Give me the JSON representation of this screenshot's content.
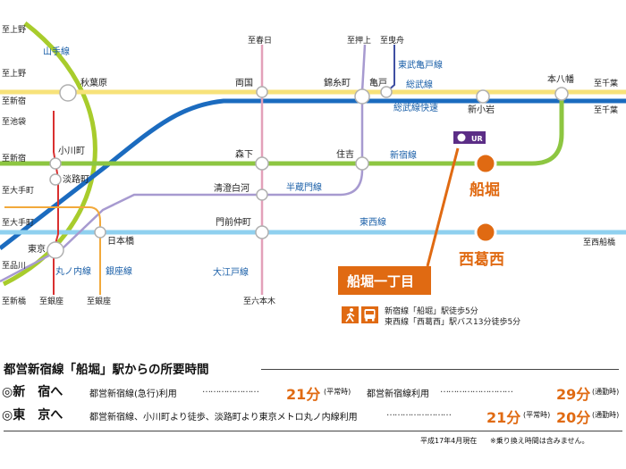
{
  "map": {
    "line_labels": {
      "yamanote": "山手線",
      "tobu_kameido": "東武亀戸線",
      "sobu": "総武線",
      "sobu_rapid": "総武線快速",
      "shinjuku": "新宿線",
      "hanzomon": "半蔵門線",
      "tozai": "東西線",
      "marunouchi": "丸ノ内線",
      "ginza": "銀座線",
      "oedo": "大江戸線"
    },
    "stations": {
      "akihabara": "秋葉原",
      "ryogoku": "両国",
      "kinshicho": "錦糸町",
      "kameido": "亀戸",
      "shinkoiwa": "新小岩",
      "motoyawata": "本八幡",
      "ogawamachi": "小川町",
      "awajicho": "淡路町",
      "morishita": "森下",
      "sumiyoshi": "住吉",
      "kiyosumi": "清澄白河",
      "monzen": "門前仲町",
      "tokyo": "東京",
      "nihonbashi": "日本橋",
      "funabori": "船堀",
      "nishikasai": "西葛西"
    },
    "directions": {
      "ueno1": "至上野",
      "ueno2": "至上野",
      "shinjuku1": "至新宿",
      "ikebukuro": "至池袋",
      "shinjuku2": "至新宿",
      "otemachi1": "至大手町",
      "otemachi2": "至大手町",
      "shinagawa": "至品川",
      "shinbashi": "至新橋",
      "ginza1": "至銀座",
      "ginza2": "至銀座",
      "kasuga": "至春日",
      "oshiage": "至押上",
      "hikifune": "至曳舟",
      "chiba1": "至千葉",
      "chiba2": "至千葉",
      "nishifunabashi": "至西船橋",
      "roppongi": "至六本木"
    },
    "site_name": "船堀一丁目",
    "access_lines": [
      "新宿線「船堀」駅徒歩5分",
      "東西線「西葛西」駅バス13分徒歩5分"
    ],
    "ur_mark": "UR"
  },
  "times": {
    "heading": "都営新宿線「船堀」駅からの所要時間",
    "rows": [
      {
        "dest": "◎新　宿へ",
        "route1": "都営新宿線(急行)利用",
        "dots1": "…………………",
        "min1": "21分",
        "note1": "(平常時)",
        "route2": "都営新宿線利用",
        "dots2": "………………………",
        "min2": "29分",
        "note2": "(通勤時)"
      },
      {
        "dest": "◎東　京へ",
        "route1": "都営新宿線、小川町より徒歩、淡路町より東京メトロ丸ノ内線利用",
        "dots1": "……………………",
        "min1": "21分",
        "note1": "(平常時)",
        "min2": "20分",
        "note2": "(通勤時)"
      }
    ],
    "footnote_date": "平成17年4月現在",
    "footnote_note": "※乗り換え時間は含みません。"
  },
  "colors": {
    "jr_sobu": "#f7e27a",
    "sobu_rapid": "#1b6bbf",
    "shinjuku_line": "#8dc641",
    "tozai": "#8fd0ef",
    "yamanote": "#a8cc2c",
    "marunouchi": "#d93030",
    "ginza": "#f2a93b",
    "hanzomon": "#a79ad0",
    "oedo": "#e3a0b9",
    "tobu": "#3f4fa2",
    "accent": "#e06a12"
  }
}
